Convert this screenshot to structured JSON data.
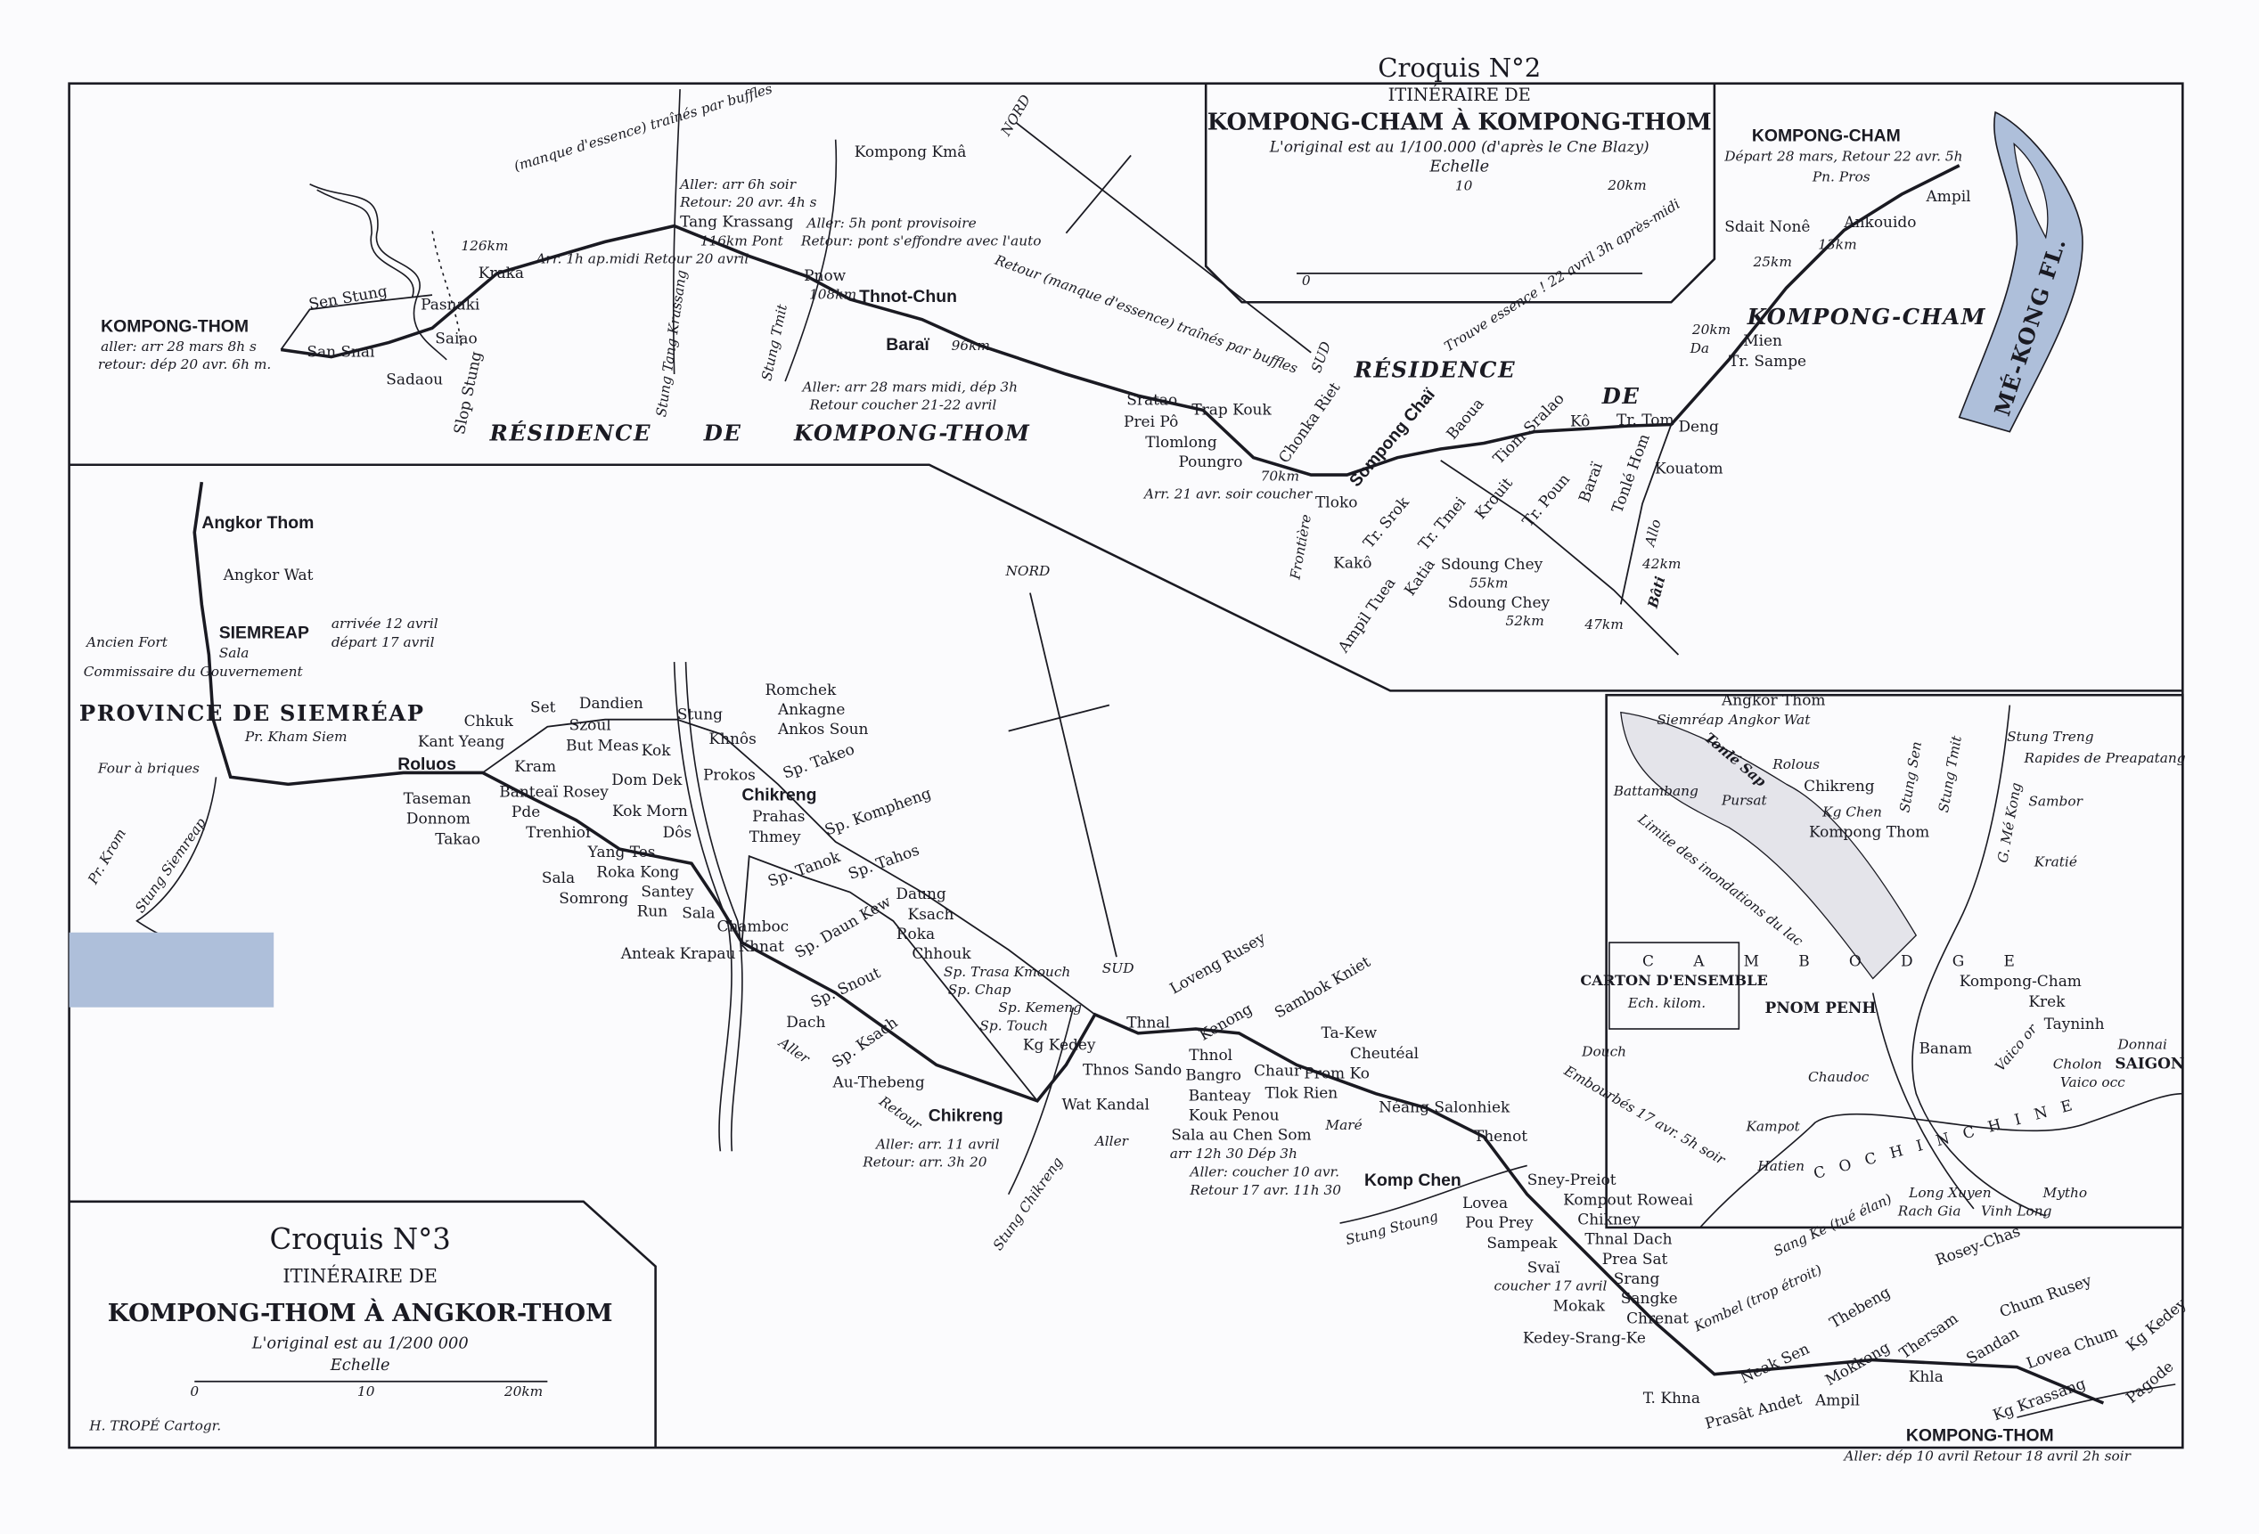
{
  "croquis2": {
    "title": "Croquis N°2",
    "subtitle": "ITINÉRAIRE DE",
    "name": "KOMPONG-CHAM À KOMPONG-THOM",
    "note": "L'original est au 1/100.000 (d'après le Cne Blazy)",
    "scale_label": "Echelle",
    "scale_ticks": [
      "0",
      "10",
      "20km"
    ]
  },
  "croquis3": {
    "title": "Croquis N°3",
    "subtitle": "ITINÉRAIRE DE",
    "name": "KOMPONG-THOM À ANGKOR-THOM",
    "note": "L'original est au 1/200 000",
    "scale_label": "Echelle",
    "scale_ticks": [
      "0",
      "10",
      "20km"
    ],
    "credit": "H. TROPÉ Cartogr."
  },
  "carton": {
    "title": "CARTON D'ENSEMBLE",
    "scale": "Ech. kilom.",
    "labels": [
      "Siemréap",
      "Angkor Thom",
      "Angkor Wat",
      "Rolous",
      "Battambang",
      "Tonlé Sap",
      "Pursat",
      "Chikreng",
      "Kg Chen",
      "Kompong Thom",
      "Stung Sen",
      "Stung Tmit",
      "Stung Treng",
      "Rapides de Preapatang",
      "Sambor",
      "Kratié",
      "G. Mé Kong",
      "Kompong-Cham",
      "Krek",
      "C A M B O D G E",
      "PNOM PENH",
      "Banam",
      "Tayninh",
      "Chaudoc",
      "Kampot",
      "Hatien",
      "COCHINCHINE",
      "SAIGON",
      "Cholon",
      "Mytho",
      "Long Xuyen",
      "Vinh Long",
      "Rach Gia",
      "Limite des inondations du lac",
      "Vaico occ",
      "Vaico or",
      "Donnai"
    ]
  },
  "regions": {
    "res_kt": "RÉSIDENCE DE KOMPONG-THOM",
    "res_kc1": "RÉSIDENCE",
    "res_kc2": "DE",
    "res_kc3": "KOMPONG-CHAM",
    "mekong": "MÉ-KONG FL.",
    "siemreap": "PROVINCE DE SIEMRÉAP",
    "nord": "NORD",
    "sud": "SUD"
  },
  "upper_places": [
    "KOMPONG-THOM",
    "aller: arr 28 mars 8h s",
    "retour: dép 20 avr. 6h m.",
    "San Snai",
    "Sen Stung",
    "Sadaou",
    "Pasnaki",
    "Saiao",
    "Slop Stung",
    "Kraka",
    "Arr. 1h ap.midi Retour 20 avril",
    "(manque d'essence) traînés par buffles",
    "126km",
    "Tang Krassang",
    "Aller: arr 6h soir",
    "Retour: 20 avr. 4h s",
    "116km Pont",
    "Stung Tang Krassang",
    "Kompong Kmâ",
    "Aller: 5h pont provisoire",
    "Retour: pont s'effondre avec l'auto",
    "Pnow",
    "Thnot-Chun",
    "108km",
    "Baraï",
    "96km",
    "Aller: arr 28 mars midi, dép 3h",
    "Retour coucher 21-22 avril",
    "Stung Tmit",
    "Retour (manque d'essence) traînés par buffles",
    "Sratao",
    "Trap Kouk",
    "Prei Pô",
    "Tlomlong",
    "Poungro",
    "Arr. 21 avr. soir coucher",
    "70km",
    "Frontière",
    "Chonka Riet",
    "Sompong Chaï",
    "Tloko",
    "Tr. Srok",
    "Tr. Tmei",
    "Kakô",
    "Katia",
    "Ampil Tuea",
    "Baoua",
    "Tiom Sralao",
    "Krouit",
    "Tr. Poun",
    "Tonlé Hom",
    "Baraï",
    "Kô",
    "Tr. Tom",
    "Deng",
    "Kouatom",
    "Sdoung Chey",
    "Sdoung Chey",
    "55km",
    "52km",
    "47km",
    "42km",
    "Allo",
    "Bâti",
    "20km",
    "Mien",
    "Tr. Sampe",
    "Da",
    "Sdait Nonê",
    "Ankouido",
    "Ampil",
    "Pn. Pros",
    "KOMPONG-CHAM",
    "Départ 28 mars, Retour 22 avr. 5h",
    "25km",
    "13km",
    "Trouve essence ! 22 avril 3h après-midi"
  ],
  "lower_places": [
    "Angkor Thom",
    "Angkor Wat",
    "SIEMREAP",
    "arrivée 12 avril",
    "départ 17 avril",
    "Ancien Fort",
    "Commissaire du Gouvernement",
    "Sala",
    "Pr. Kham Siem",
    "Four à briques",
    "Pr. Krom",
    "Stung Siemreap",
    "Roluos",
    "Kant Yeang",
    "Chkuk",
    "Set",
    "Szoul",
    "Dandien",
    "But Meas",
    "Kok",
    "Stung",
    "Khnôs",
    "Kram",
    "Taseman",
    "Donnom",
    "Takao",
    "Banteaï Rosey",
    "Pde",
    "Dom Dek",
    "Kok Morn",
    "Prokos",
    "Romchek",
    "Ankagne",
    "Ankos Soun",
    "Trenhior",
    "Yang Tes",
    "Roka Kong",
    "Santey",
    "Sala",
    "Somrong",
    "Run",
    "Dôs",
    "Chikreng",
    "Prahas",
    "Sp. Takeo",
    "Sp. Kompheng",
    "Sp. Tahos",
    "Thmey",
    "Chamboc",
    "Sala",
    "Anteak Krapau",
    "Khnat",
    "Dach",
    "Sp. Tanok",
    "Sp. Snout",
    "Sp. Daun Kew",
    "Sp. Ksach",
    "Roka",
    "Daung",
    "Ksach",
    "Chhouk",
    "Sp. Trasa Kmouch",
    "Sp. Chap",
    "Au-Thebeng",
    "Sp. Kemeng",
    "Sp. Touch",
    "Kg Kedey",
    "Thnal",
    "Loveng Rusey",
    "Kenong",
    "Sambok Kniet",
    "Ta-Kew",
    "Cheutéal",
    "Thnos Sando",
    "Thnol",
    "Bangro",
    "Banteay",
    "Kouk Penou",
    "Chaur",
    "Tlok Rien",
    "Prom Ko",
    "Maré",
    "Néang Salonhiek",
    "Chikreng",
    "Aller: arr. 11 avril",
    "Retour: arr. 3h 20",
    "Wat Kandal",
    "Stung Chikreng",
    "Sala au Chen Som",
    "arr 12h 30 Dép 3h",
    "Aller: coucher 10 avr.",
    "Retour 17 avr. 11h 30",
    "Komp Chen",
    "Stung Stoung",
    "Thenot",
    "Embourbés 17 avr. 5h soir",
    "Douch",
    "Sney-Preiot",
    "Kompout Roweai",
    "Chikney",
    "Thnal Dach",
    "Prea Sat",
    "Srang",
    "Sangke",
    "Chrenat",
    "Lovea",
    "Pou Prey",
    "Sampeak",
    "Svaï",
    "coucher 17 avril",
    "Mokak",
    "Kedey-Srang-Ke",
    "Kombel (trop étroit)",
    "Neak Sen",
    "Sang Ke (tué élan)",
    "Thebeng",
    "Mokkong",
    "Thersam",
    "Sandan",
    "Rosey-Chas",
    "Chum Rusey",
    "Lovea Chum",
    "Kg Krassang",
    "Kg Kedey",
    "Pagode",
    "T. Khna",
    "Prasât Andet",
    "Ampil",
    "Khla",
    "KOMPONG-THOM",
    "Aller: dép 10 avril Retour 18 avril 2h soir",
    "Aller",
    "Retour",
    "Aller"
  ]
}
